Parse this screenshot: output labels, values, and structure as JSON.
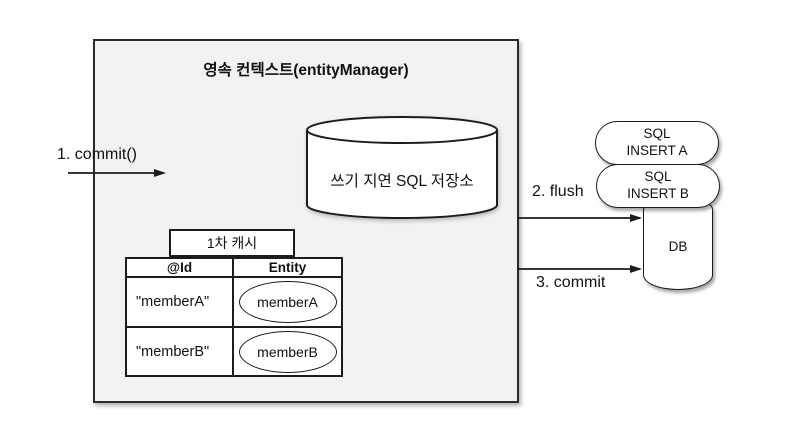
{
  "context": {
    "title": "영속 컨텍스트(entityManager)",
    "store_label": "쓰기 지연 SQL 저장소",
    "cache_tab": "1차 캐시"
  },
  "cache_table": {
    "headers": [
      "@Id",
      "Entity"
    ],
    "rows": [
      {
        "id": "\"memberA\"",
        "entity": "memberA"
      },
      {
        "id": "\"memberB\"",
        "entity": "memberB"
      }
    ]
  },
  "arrows": {
    "commit_call": "1. commit()",
    "flush": "2. flush",
    "commit": "3. commit"
  },
  "sql_queue": [
    {
      "line1": "SQL",
      "line2": "INSERT A"
    },
    {
      "line1": "SQL",
      "line2": "INSERT B"
    }
  ],
  "db": {
    "label": "DB"
  },
  "colors": {
    "box_fill": "#f2f2f2",
    "shape_fill": "#ffffff",
    "stroke": "#1c1c1c"
  }
}
